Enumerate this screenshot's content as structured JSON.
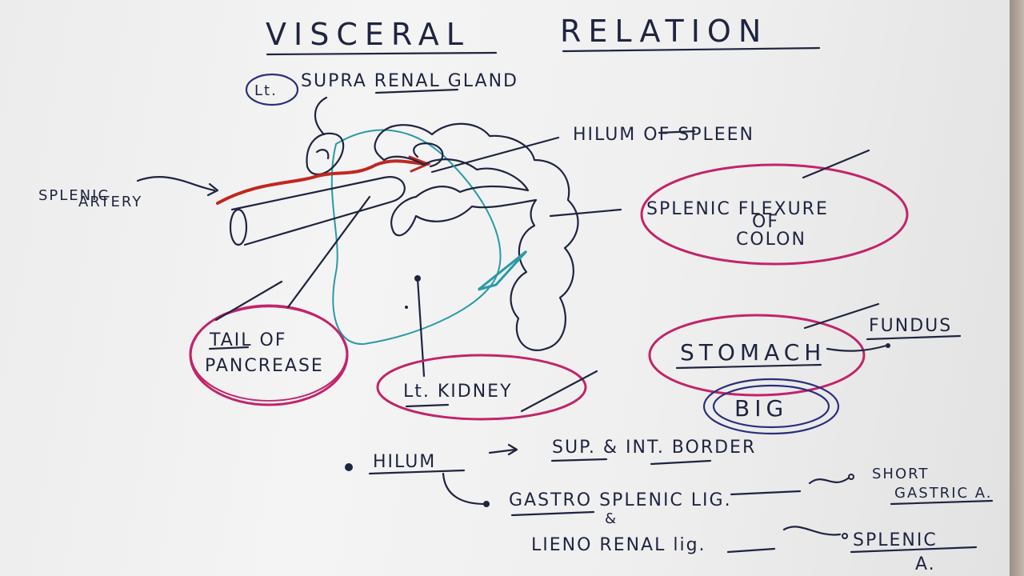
{
  "title_part1": "VISCERAL",
  "title_part2": "RELATION",
  "labels": {
    "lt_circle": "Lt.",
    "suprarenal": "SUPRA RENAL GLAND",
    "hilum_spleen": "HILUM OF SPLEEN",
    "splenic_artery_1": "SPLENIC",
    "splenic_artery_2": "ARTERY",
    "flexure_1": "SPLENIC FLEXURE",
    "flexure_2": "OF",
    "flexure_3": "COLON",
    "tail_1": "TAIL OF",
    "tail_2": "PANCREASE",
    "kidney": "Lt. KIDNEY",
    "stomach": "STOMACH",
    "fundus": "FUNDUS",
    "big": "BIG"
  },
  "notes": {
    "hilum": "HILUM",
    "border": "SUP. & INT. BORDER",
    "gastro": "GASTRO SPLENIC LIG.",
    "short_1": "SHORT",
    "short_2": "GASTRIC A.",
    "amp": "&",
    "lieno": "LIENO RENAL lig.",
    "splenic_1": "SPLENIC",
    "splenic_2": "A."
  },
  "colors": {
    "ink": "#1f2440",
    "circle": "#c2246a",
    "artery": "#c0281f",
    "outline": "#2a9aa6"
  }
}
